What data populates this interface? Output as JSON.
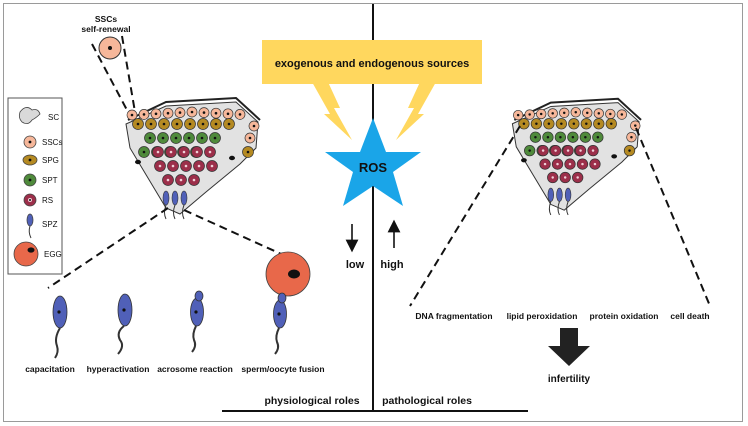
{
  "banner": {
    "text": "exogenous and endogenous sources",
    "color": "#ffd75e"
  },
  "ros": {
    "label": "ROS",
    "color": "#1aa5e8",
    "low_label": "low",
    "high_label": "high"
  },
  "ssc_note": {
    "line1": "SSCs",
    "line2": "self-renewal"
  },
  "legend": {
    "items": [
      {
        "key": "sc",
        "label": "SC",
        "color": "#d9d9d9"
      },
      {
        "key": "sscs",
        "label": "SSCs",
        "color": "#f6b79a"
      },
      {
        "key": "spg",
        "label": "SPG",
        "color": "#b58a22"
      },
      {
        "key": "spt",
        "label": "SPT",
        "color": "#4f8a3b"
      },
      {
        "key": "rs",
        "label": "RS",
        "color": "#9c2f4a"
      },
      {
        "key": "spz",
        "label": "SPZ",
        "color": "#5060b8"
      },
      {
        "key": "egg",
        "label": "EGG",
        "color": "#e8684a"
      }
    ]
  },
  "physiological": {
    "items": [
      "capacitation",
      "hyperactivation",
      "acrosome reaction",
      "sperm/oocyte fusion"
    ],
    "footer": "physiological roles"
  },
  "pathological": {
    "items": [
      "DNA fragmentation",
      "lipid peroxidation",
      "protein oxidation",
      "cell death"
    ],
    "outcome": "infertility",
    "footer": "pathological roles"
  }
}
